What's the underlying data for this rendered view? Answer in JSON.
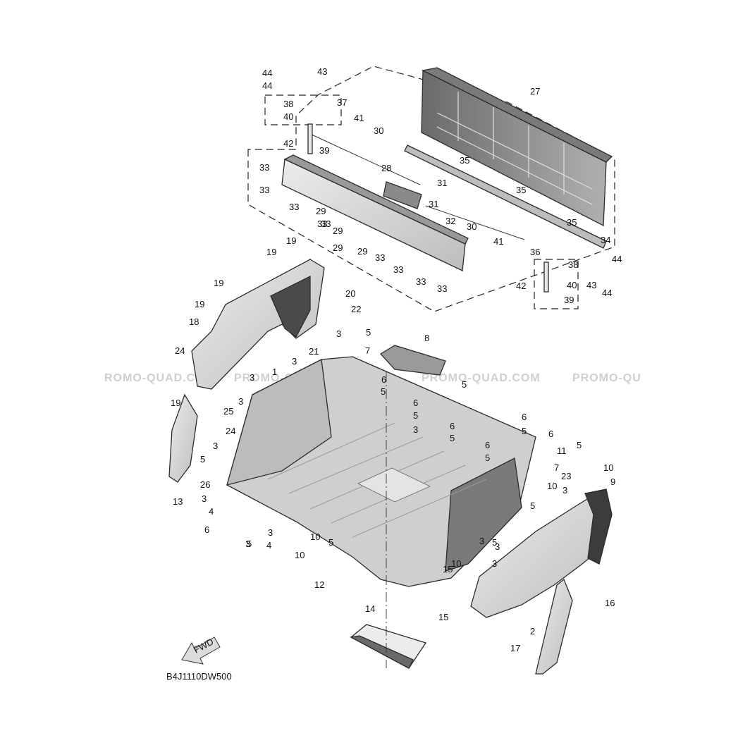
{
  "diagram_code": "B4J1110DW500",
  "watermarks": [
    "ROMO-QUAD.COM",
    "PROMO-QUAD.COM",
    "PROMO-QUAD.COM",
    "PROMO-QU"
  ],
  "fwd_label": "FWD",
  "callouts": [
    "44",
    "43",
    "44",
    "27",
    "38",
    "37",
    "40",
    "41",
    "30",
    "42",
    "39",
    "33",
    "28",
    "33",
    "31",
    "35",
    "33",
    "31",
    "35",
    "33",
    "29",
    "33",
    "29",
    "32",
    "30",
    "29",
    "29",
    "33",
    "35",
    "34",
    "41",
    "36",
    "33",
    "38",
    "44",
    "33",
    "33",
    "40",
    "43",
    "42",
    "39",
    "44",
    "19",
    "19",
    "20",
    "19",
    "22",
    "19",
    "18",
    "3",
    "5",
    "21",
    "24",
    "7",
    "8",
    "3",
    "1",
    "3",
    "6",
    "5",
    "19",
    "3",
    "6",
    "5",
    "25",
    "5",
    "24",
    "3",
    "6",
    "5",
    "6",
    "5",
    "3",
    "6",
    "5",
    "6",
    "5",
    "5",
    "11",
    "26",
    "3",
    "7",
    "10",
    "9",
    "23",
    "13",
    "10",
    "3",
    "5",
    "4",
    "6",
    "3",
    "5",
    "4",
    "10",
    "3",
    "10",
    "5",
    "3",
    "3",
    "5",
    "3",
    "10",
    "12",
    "15",
    "14",
    "15",
    "16",
    "2",
    "17"
  ],
  "colors": {
    "line": "#2b2b2b",
    "part_fill": "#d6d6d6",
    "part_dark": "#555555",
    "watermark": "#cfcfcf"
  }
}
